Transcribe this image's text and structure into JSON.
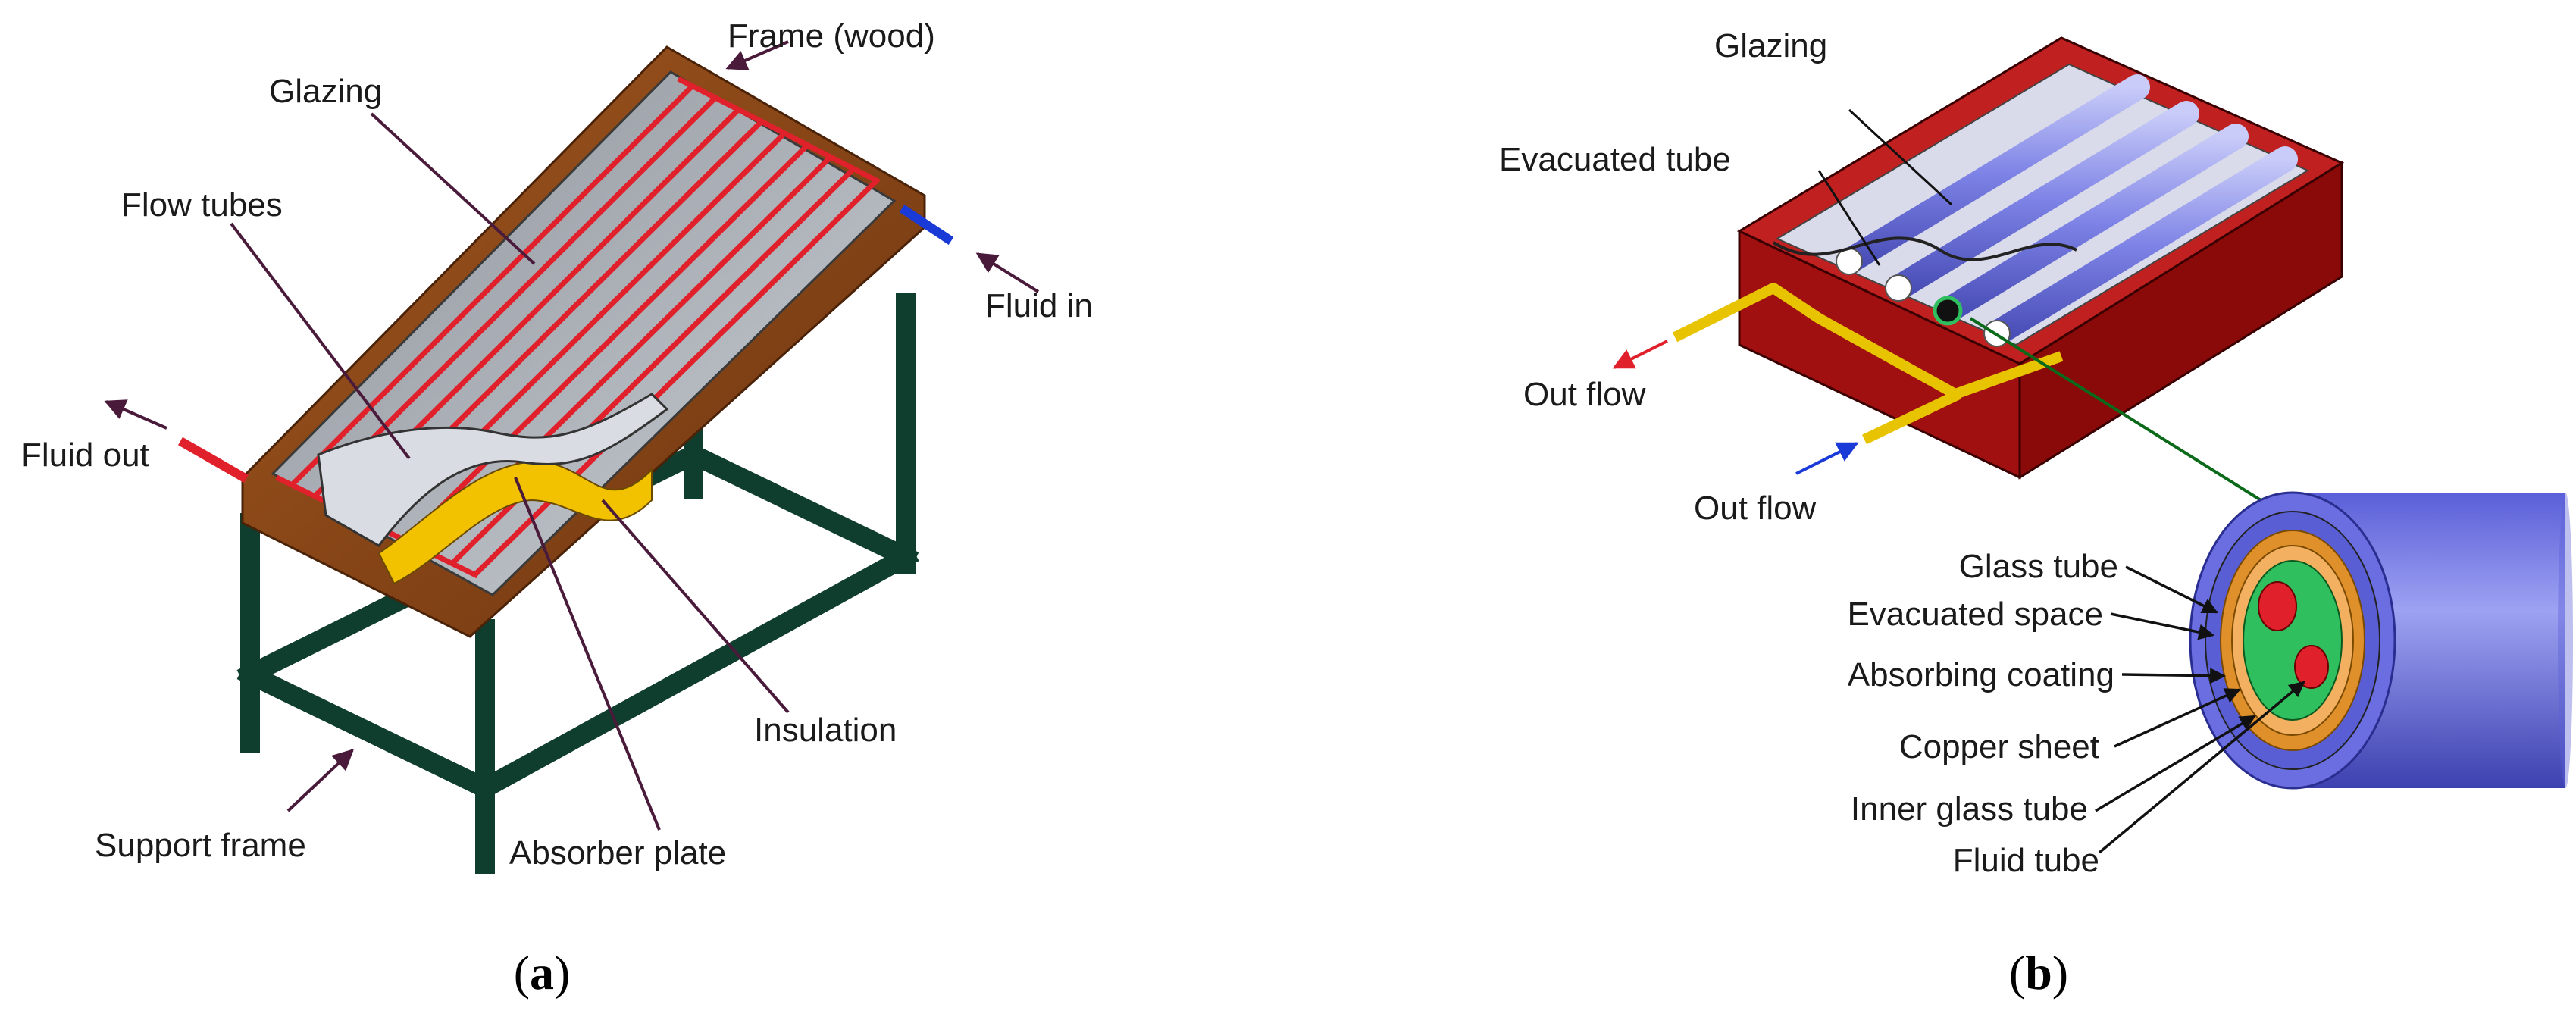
{
  "panel_a": {
    "caption_open": "(",
    "caption_letter": "a",
    "caption_close": ")",
    "labels": {
      "frame": "Frame (wood)",
      "glazing": "Glazing",
      "flow_tubes": "Flow tubes",
      "fluid_in": "Fluid in",
      "fluid_out": "Fluid out",
      "insulation": "Insulation",
      "support_frame": "Support frame",
      "absorber_plate": "Absorber plate"
    }
  },
  "panel_b": {
    "caption_open": "(",
    "caption_letter": "b",
    "caption_close": ")",
    "labels": {
      "glazing": "Glazing",
      "evacuated_tube": "Evacuated tube",
      "out_flow_1": "Out flow",
      "out_flow_2": "Out flow",
      "glass_tube": "Glass tube",
      "evacuated_space": "Evacuated space",
      "absorbing_coating": "Absorbing coating",
      "copper_sheet": "Copper sheet",
      "inner_glass_tube": "Inner glass tube",
      "fluid_tube": "Fluid tube"
    }
  },
  "colors": {
    "wood": "#8B4513",
    "leg": "#0f3d2e",
    "tube_red": "#e0202a",
    "insulation": "#f2c200",
    "glazing": "#a9aeb8",
    "box_red": "#b01010",
    "tube_blue": "#7b7fe0",
    "pipe_yellow": "#e8c400",
    "green": "#2fbf5f",
    "orange": "#e0902a"
  }
}
